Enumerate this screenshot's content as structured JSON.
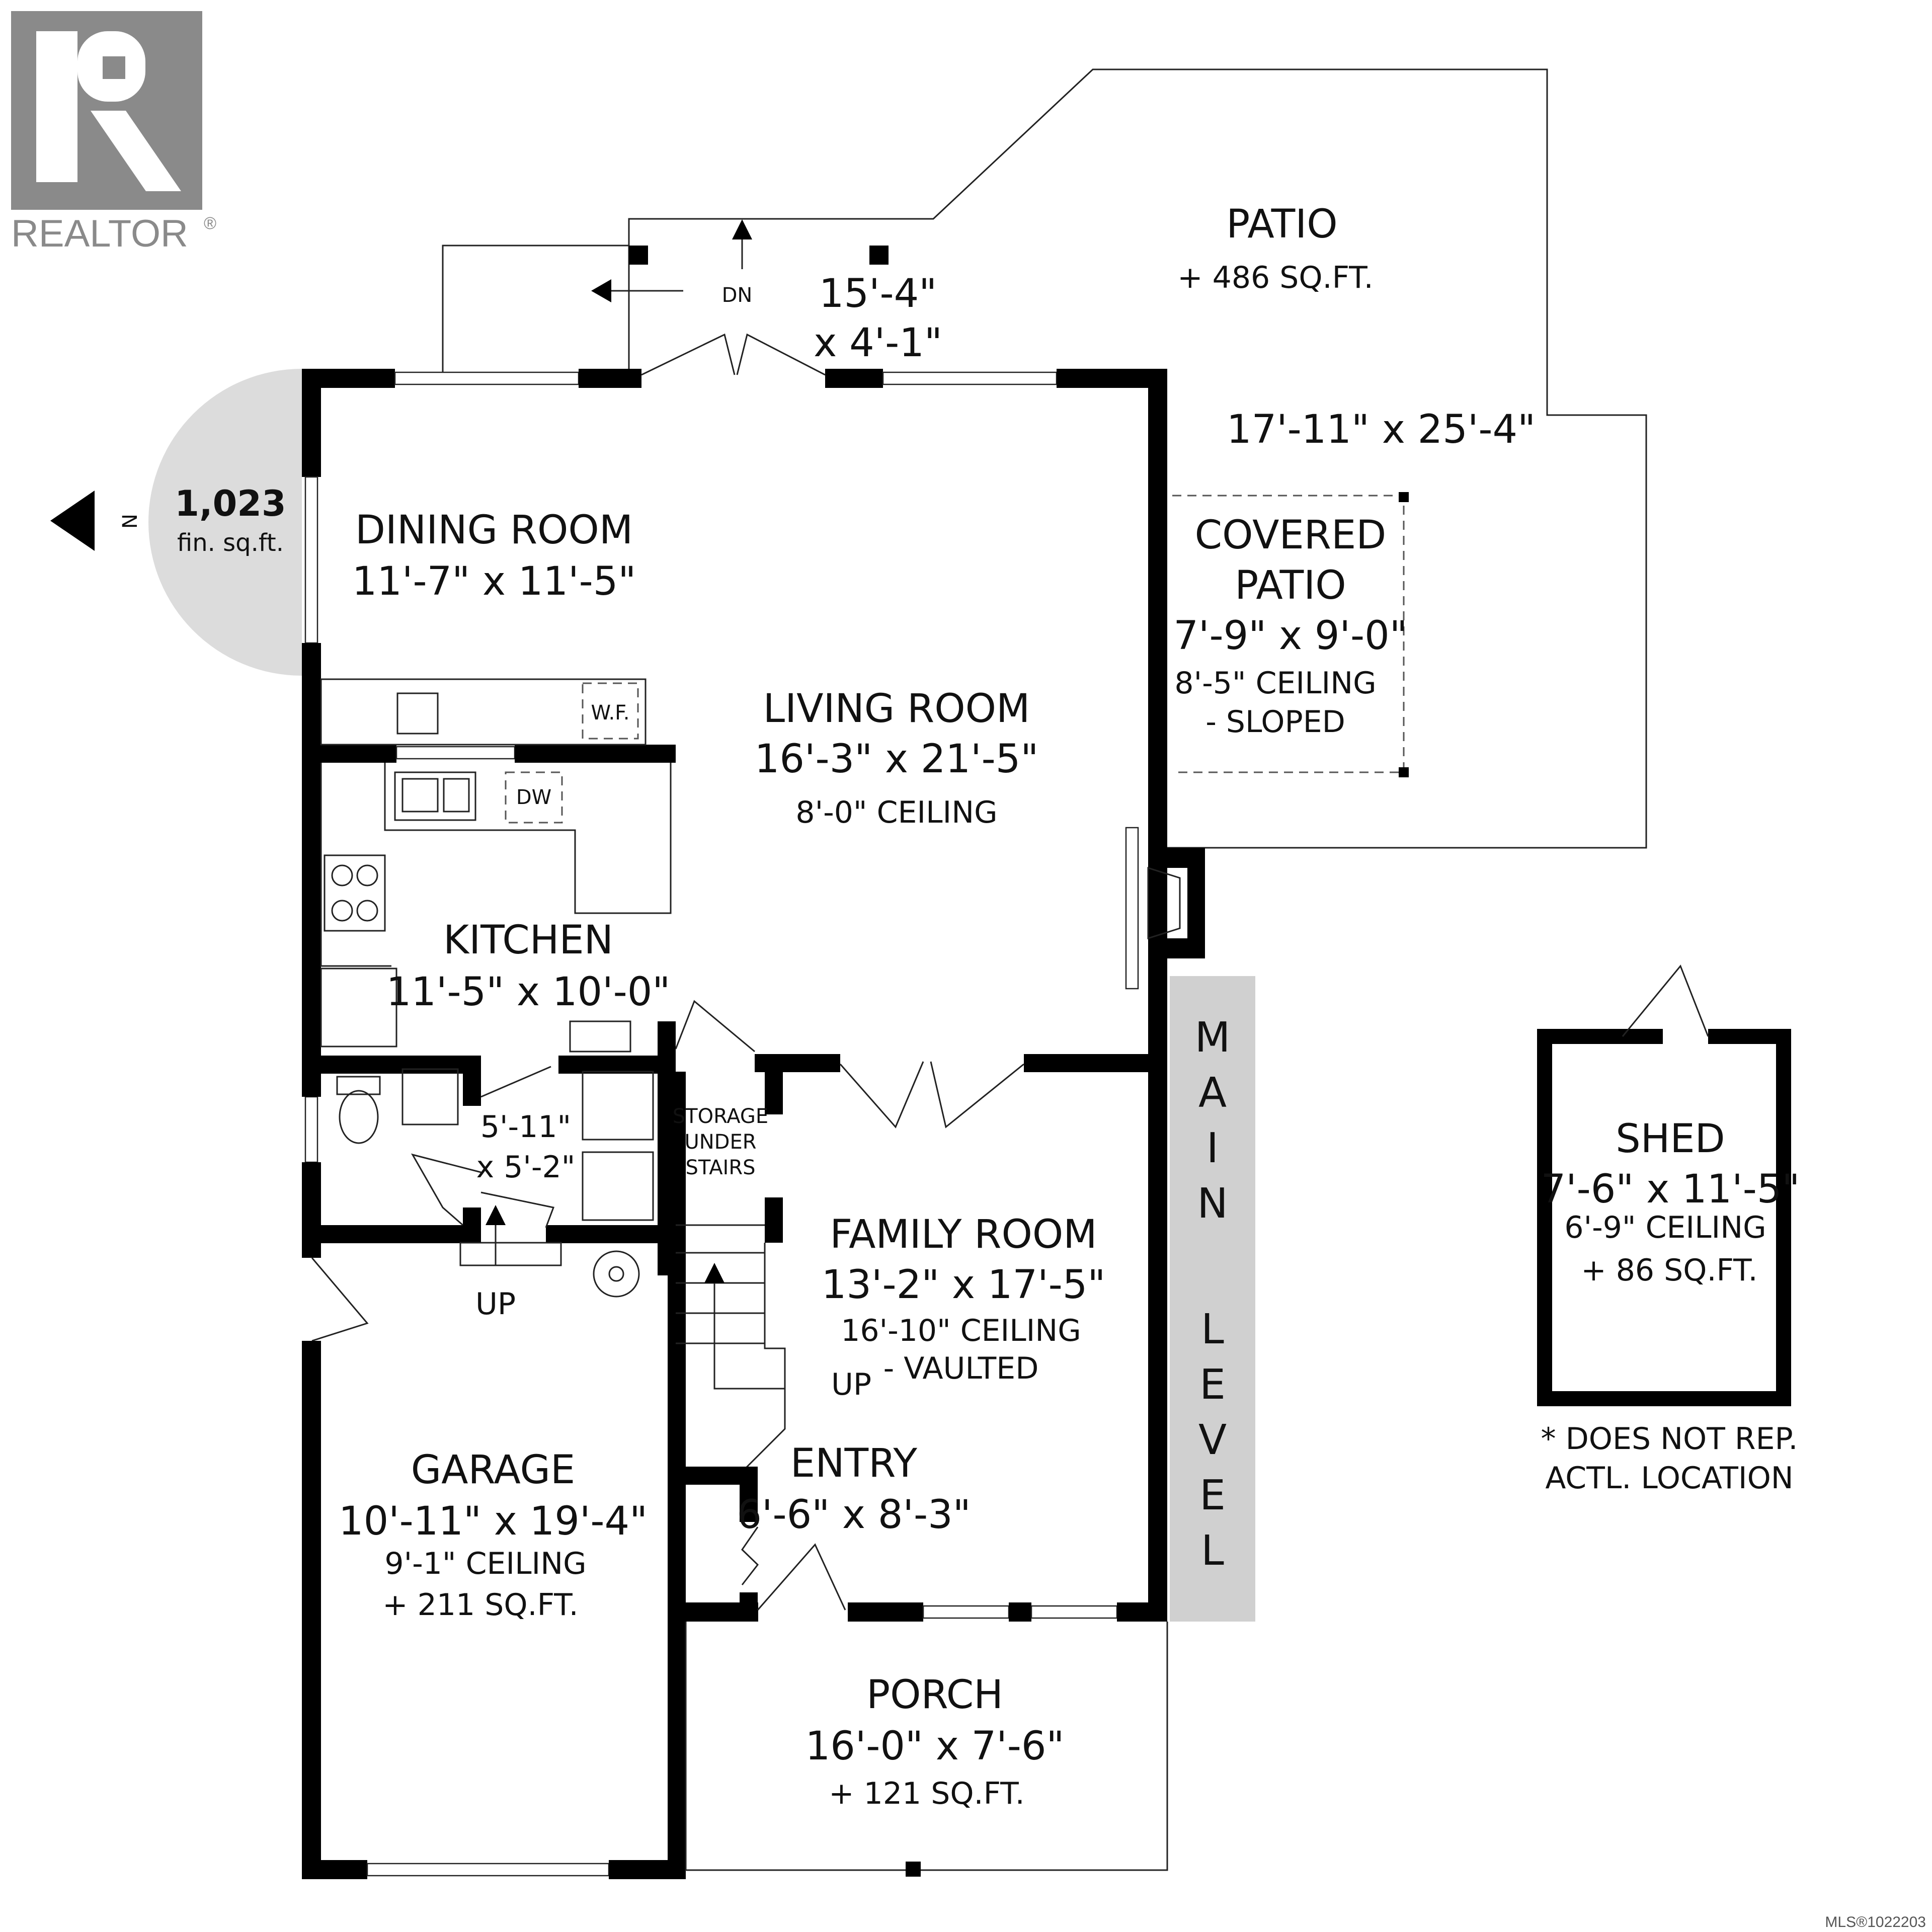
{
  "logo": {
    "text": "REALTOR",
    "mark": "®"
  },
  "north_badge": {
    "area": "1,023",
    "area_unit": "fin. sq.ft.",
    "north": "N"
  },
  "stair_labels": {
    "dn": "DN",
    "up_laundry": "UP",
    "up_stairs": "UP"
  },
  "patio": {
    "name": "PATIO",
    "area": "+ 486 SQ.FT.",
    "size": "17'-11\" x 25'-4\""
  },
  "deck": {
    "line1": "15'-4\"",
    "line2": "x 4'-1\""
  },
  "covered_patio": {
    "line1": "COVERED",
    "line2": "PATIO",
    "size": "7'-9\" x 9'-0\"",
    "ceiling": "8'-5\" CEILING",
    "note": "- SLOPED"
  },
  "dining_room": {
    "name": "DINING ROOM",
    "size": "11'-7\" x 11'-5\""
  },
  "living_room": {
    "name": "LIVING ROOM",
    "size": "16'-3\" x 21'-5\"",
    "ceiling": "8'-0\" CEILING"
  },
  "kitchen": {
    "name": "KITCHEN",
    "size": "11'-5\" x 10'-0\"",
    "wf": "W.F.",
    "dw": "DW"
  },
  "bath": {
    "line1": "5'-11\"",
    "line2": "x 5'-2\""
  },
  "storage": {
    "line1": "STORAGE",
    "line2": "UNDER",
    "line3": "STAIRS"
  },
  "family_room": {
    "name": "FAMILY ROOM",
    "size": "13'-2\" x 17'-5\"",
    "ceiling": "16'-10\" CEILING",
    "note": "- VAULTED"
  },
  "entry": {
    "name": "ENTRY",
    "size": "6'-6\" x 8'-3\""
  },
  "garage": {
    "name": "GARAGE",
    "size": "10'-11\" x 19'-4\"",
    "ceiling": "9'-1\" CEILING",
    "area": "+ 211 SQ.FT."
  },
  "porch": {
    "name": "PORCH",
    "size": "16'-0\" x 7'-6\"",
    "area": "+ 121 SQ.FT."
  },
  "level": {
    "letters": [
      "M",
      "A",
      "I",
      "N",
      "L",
      "E",
      "V",
      "E",
      "L"
    ]
  },
  "shed": {
    "name": "SHED",
    "size": "7'-6\" x 11'-5\"",
    "ceiling": "6'-9\" CEILING",
    "area": "+ 86 SQ.FT.",
    "note1": "* DOES NOT REP.",
    "note2": "ACTL. LOCATION"
  },
  "watermark": "MLS®1022203"
}
